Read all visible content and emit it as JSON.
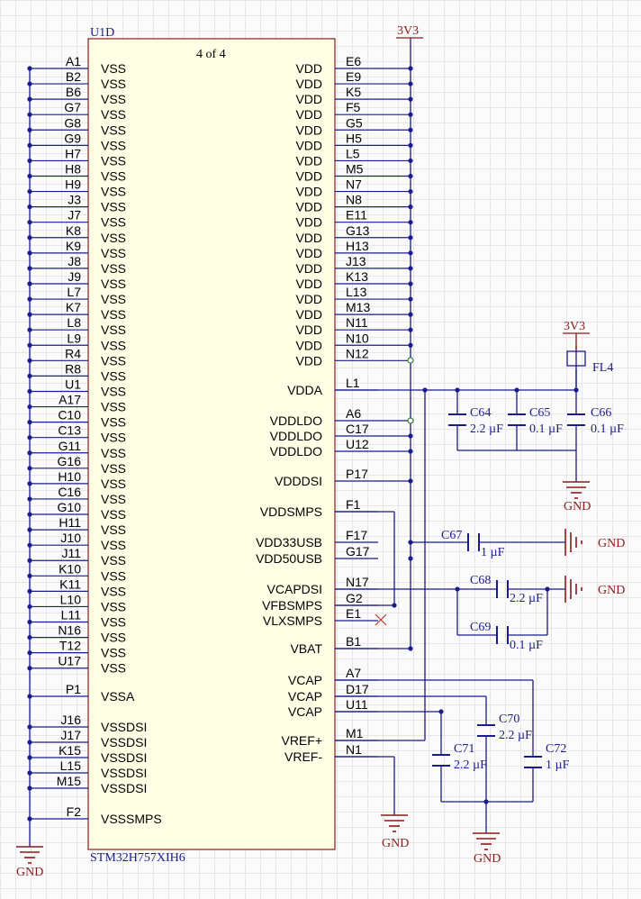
{
  "part": {
    "designator": "U1D",
    "unit": "4 of 4",
    "part_number": "STM32H757XIH6"
  },
  "left_pins": [
    {
      "num": "A1",
      "name": "VSS"
    },
    {
      "num": "B2",
      "name": "VSS"
    },
    {
      "num": "B6",
      "name": "VSS"
    },
    {
      "num": "G7",
      "name": "VSS"
    },
    {
      "num": "G8",
      "name": "VSS"
    },
    {
      "num": "G9",
      "name": "VSS"
    },
    {
      "num": "H7",
      "name": "VSS"
    },
    {
      "num": "H8",
      "name": "VSS"
    },
    {
      "num": "H9",
      "name": "VSS"
    },
    {
      "num": "J3",
      "name": "VSS"
    },
    {
      "num": "J7",
      "name": "VSS"
    },
    {
      "num": "K8",
      "name": "VSS"
    },
    {
      "num": "K9",
      "name": "VSS"
    },
    {
      "num": "J8",
      "name": "VSS"
    },
    {
      "num": "J9",
      "name": "VSS"
    },
    {
      "num": "L7",
      "name": "VSS"
    },
    {
      "num": "K7",
      "name": "VSS"
    },
    {
      "num": "L8",
      "name": "VSS"
    },
    {
      "num": "L9",
      "name": "VSS"
    },
    {
      "num": "R4",
      "name": "VSS"
    },
    {
      "num": "R8",
      "name": "VSS"
    },
    {
      "num": "U1",
      "name": "VSS"
    },
    {
      "num": "A17",
      "name": "VSS"
    },
    {
      "num": "C10",
      "name": "VSS"
    },
    {
      "num": "C13",
      "name": "VSS"
    },
    {
      "num": "G11",
      "name": "VSS"
    },
    {
      "num": "G16",
      "name": "VSS"
    },
    {
      "num": "H10",
      "name": "VSS"
    },
    {
      "num": "C16",
      "name": "VSS"
    },
    {
      "num": "G10",
      "name": "VSS"
    },
    {
      "num": "H11",
      "name": "VSS"
    },
    {
      "num": "J10",
      "name": "VSS"
    },
    {
      "num": "J11",
      "name": "VSS"
    },
    {
      "num": "K10",
      "name": "VSS"
    },
    {
      "num": "K11",
      "name": "VSS"
    },
    {
      "num": "L10",
      "name": "VSS"
    },
    {
      "num": "L11",
      "name": "VSS"
    },
    {
      "num": "N16",
      "name": "VSS"
    },
    {
      "num": "T12",
      "name": "VSS"
    },
    {
      "num": "U17",
      "name": "VSS"
    }
  ],
  "left_pins_lower": [
    {
      "num": "P1",
      "name": "VSSA"
    },
    {
      "num": "J16",
      "name": "VSSDSI"
    },
    {
      "num": "J17",
      "name": "VSSDSI"
    },
    {
      "num": "K15",
      "name": "VSSDSI"
    },
    {
      "num": "L15",
      "name": "VSSDSI"
    },
    {
      "num": "M15",
      "name": "VSSDSI"
    },
    {
      "num": "F2",
      "name": "VSSSMPS"
    }
  ],
  "right_pins_vdd": [
    {
      "num": "E6",
      "name": "VDD"
    },
    {
      "num": "E9",
      "name": "VDD"
    },
    {
      "num": "K5",
      "name": "VDD"
    },
    {
      "num": "F5",
      "name": "VDD"
    },
    {
      "num": "G5",
      "name": "VDD"
    },
    {
      "num": "H5",
      "name": "VDD"
    },
    {
      "num": "L5",
      "name": "VDD"
    },
    {
      "num": "M5",
      "name": "VDD"
    },
    {
      "num": "N7",
      "name": "VDD"
    },
    {
      "num": "N8",
      "name": "VDD"
    },
    {
      "num": "E11",
      "name": "VDD"
    },
    {
      "num": "G13",
      "name": "VDD"
    },
    {
      "num": "H13",
      "name": "VDD"
    },
    {
      "num": "J13",
      "name": "VDD"
    },
    {
      "num": "K13",
      "name": "VDD"
    },
    {
      "num": "L13",
      "name": "VDD"
    },
    {
      "num": "M13",
      "name": "VDD"
    },
    {
      "num": "N11",
      "name": "VDD"
    },
    {
      "num": "N10",
      "name": "VDD"
    },
    {
      "num": "N12",
      "name": "VDD"
    }
  ],
  "right_pins_other": [
    {
      "num": "L1",
      "name": "VDDA"
    },
    {
      "num": "A6",
      "name": "VDDLDO"
    },
    {
      "num": "C17",
      "name": "VDDLDO"
    },
    {
      "num": "U12",
      "name": "VDDLDO"
    },
    {
      "num": "P17",
      "name": "VDDDSI"
    },
    {
      "num": "F1",
      "name": "VDDSMPS"
    },
    {
      "num": "F17",
      "name": "VDD33USB"
    },
    {
      "num": "G17",
      "name": "VDD50USB"
    },
    {
      "num": "N17",
      "name": "VCAPDSI"
    },
    {
      "num": "G2",
      "name": "VFBSMPS"
    },
    {
      "num": "E1",
      "name": "VLXSMPS"
    },
    {
      "num": "B1",
      "name": "VBAT"
    },
    {
      "num": "A7",
      "name": "VCAP"
    },
    {
      "num": "D17",
      "name": "VCAP"
    },
    {
      "num": "U11",
      "name": "VCAP"
    },
    {
      "num": "M1",
      "name": "VREF+"
    },
    {
      "num": "N1",
      "name": "VREF-"
    }
  ],
  "power": {
    "v3v3": "3V3",
    "gnd": "GND"
  },
  "ferrite": {
    "ref": "FL4"
  },
  "capacitors": [
    {
      "ref": "C64",
      "value": "2.2 µF"
    },
    {
      "ref": "C65",
      "value": "0.1 µF"
    },
    {
      "ref": "C66",
      "value": "0.1 µF"
    },
    {
      "ref": "C67",
      "value": "1 µF"
    },
    {
      "ref": "C68",
      "value": "2.2 µF"
    },
    {
      "ref": "C69",
      "value": "0.1 µF"
    },
    {
      "ref": "C70",
      "value": "2.2 µF"
    },
    {
      "ref": "C71",
      "value": "2.2 µF"
    },
    {
      "ref": "C72",
      "value": "1 µF"
    }
  ],
  "colors": {
    "body_fill": "#ffffe6",
    "body_stroke": "#8b1a1a",
    "wire": "#1b1b8c",
    "power": "#8b1a1a",
    "grid": "#e6e6e6"
  }
}
